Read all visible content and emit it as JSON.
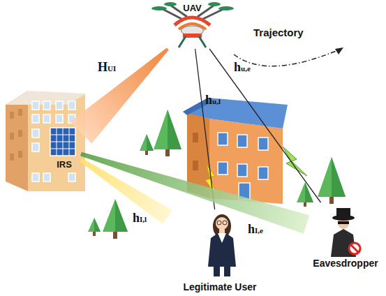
{
  "diagram": {
    "nodes": [
      {
        "text": [
          "UAV"
        ]
      },
      {
        "text": [
          "IRS"
        ]
      },
      {
        "text": [
          "Legitimate User"
        ]
      },
      {
        "text": [
          "Eavesdropper"
        ]
      }
    ],
    "edges": [
      {
        "from": 0,
        "to": 1,
        "arrow": "none"
      },
      {
        "from": 0,
        "to": 2,
        "arrow": "none"
      },
      {
        "from": 0,
        "to": 3,
        "arrow": "none"
      },
      {
        "from": 1,
        "to": 2,
        "arrow": "none"
      },
      {
        "from": 1,
        "to": 3,
        "arrow": "none"
      }
    ],
    "labels": [
      "Trajectory",
      "HUI",
      "hu,l",
      "hu,e",
      "hI,l",
      "hI,e"
    ]
  }
}
